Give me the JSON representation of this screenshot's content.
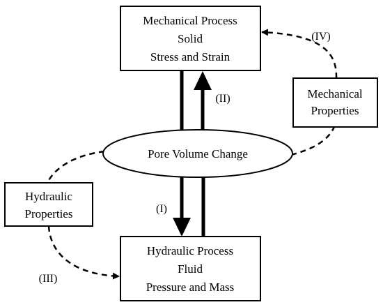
{
  "nodes": {
    "mechanical_process": {
      "lines": [
        "Mechanical Process",
        "Solid",
        "Stress and Strain"
      ]
    },
    "hydraulic_process": {
      "lines": [
        "Hydraulic Process",
        "Fluid",
        "Pressure and Mass"
      ]
    },
    "pore_volume_change": {
      "label": "Pore Volume Change"
    },
    "mechanical_properties": {
      "lines": [
        "Mechanical",
        "Properties"
      ]
    },
    "hydraulic_properties": {
      "lines": [
        "Hydraulic",
        "Properties"
      ]
    }
  },
  "edge_labels": {
    "I": "(I)",
    "II": "(II)",
    "III": "(III)",
    "IV": "(IV)"
  }
}
